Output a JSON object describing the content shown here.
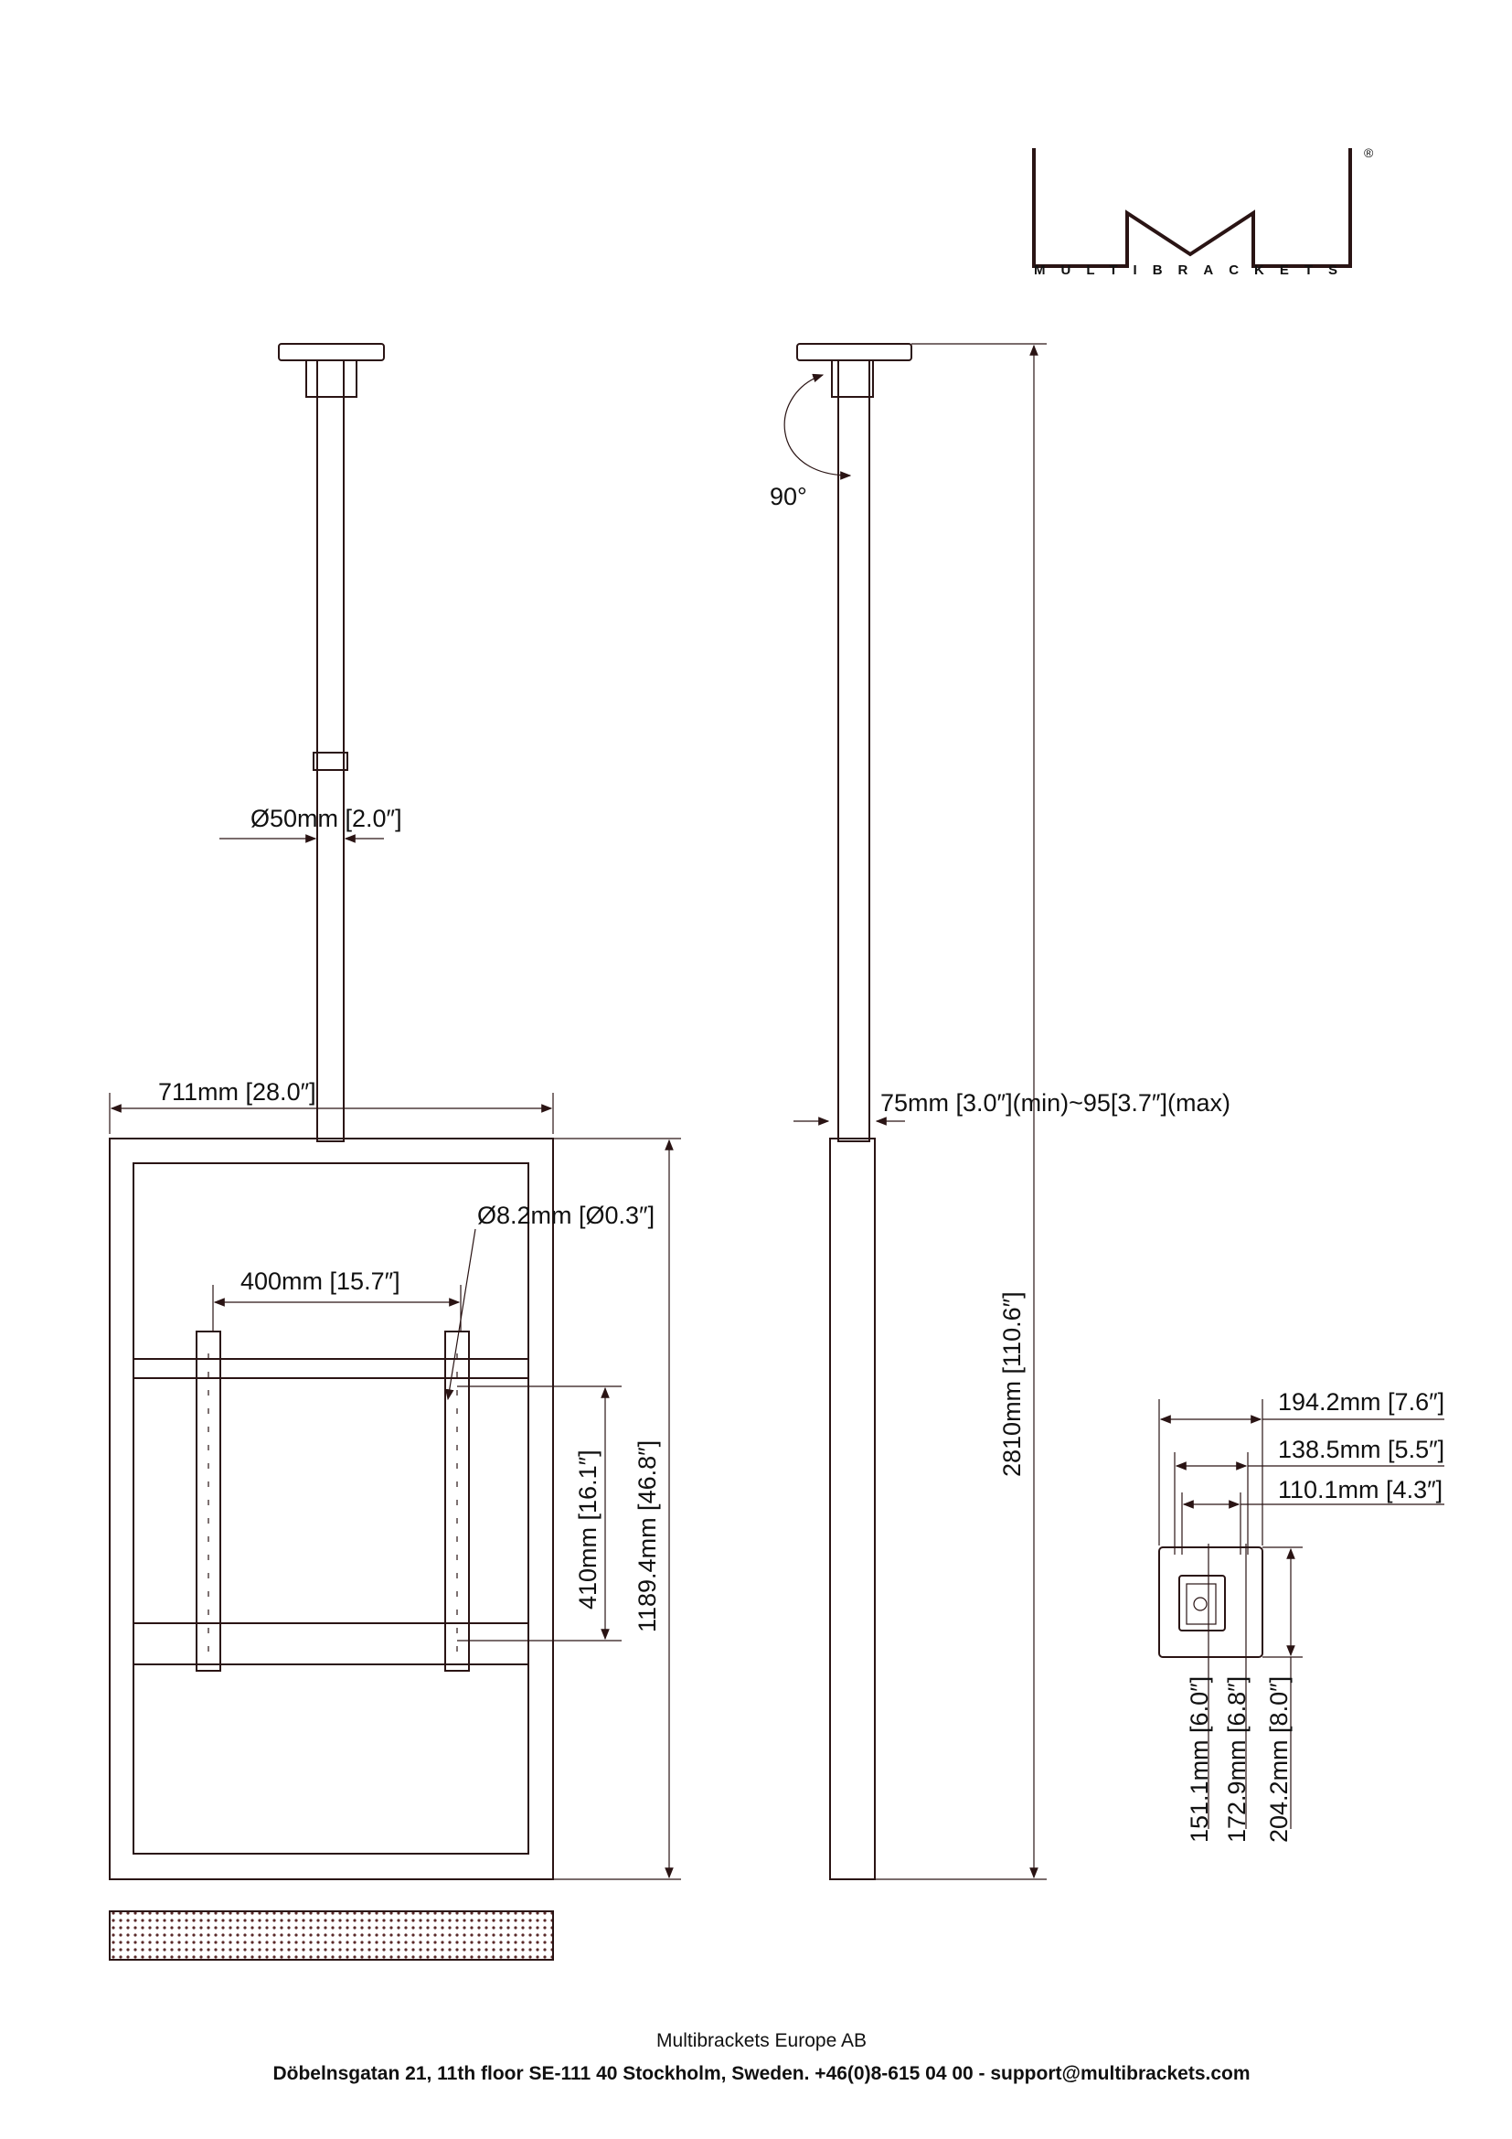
{
  "logo": {
    "text": "MULTIBRACKETS",
    "registered": "®"
  },
  "front_view": {
    "pole_diameter": "Ø50mm [2.0″]",
    "width": "711mm [28.0″]",
    "hole_diameter": "Ø8.2mm [Ø0.3″]",
    "vesa_horizontal": "400mm [15.7″]",
    "vesa_vertical": "410mm [16.1″]",
    "height": "1189.4mm [46.8″]"
  },
  "side_view": {
    "rotation": "90°",
    "depth": "75mm [3.0″](min)~95[3.7″](max)",
    "total_height": "2810mm [110.6″]"
  },
  "ceiling_plate": {
    "widths": [
      "194.2mm [7.6″]",
      "138.5mm [5.5″]",
      "110.1mm [4.3″]"
    ],
    "heights": [
      "151.1mm [6.0″]",
      "172.9mm [6.8″]",
      "204.2mm [8.0″]"
    ]
  },
  "footer": {
    "company": "Multibrackets Europe AB",
    "address": "Döbelnsgatan 21, 11th floor SE-111 40 Stockholm, Sweden. +46(0)8-615 04 00 - support@multibrackets.com"
  }
}
